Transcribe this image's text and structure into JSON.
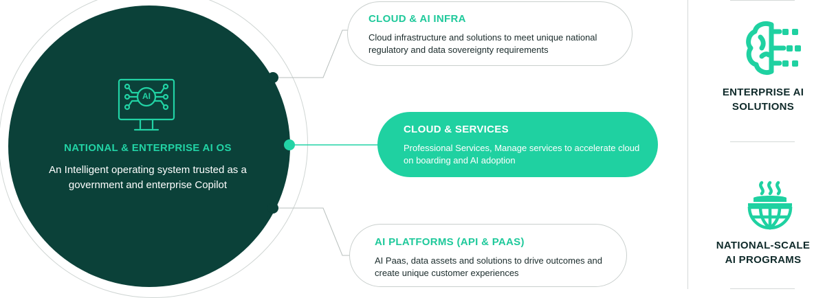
{
  "center": {
    "title": "NATIONAL & ENTERPRISE AI OS",
    "description": "An Intelligent operating system trusted as a government and enterprise Copilot",
    "icon_text": "AI",
    "icon": "ai-monitor-icon"
  },
  "pillars": [
    {
      "title": "CLOUD & AI INFRA",
      "description": "Cloud infrastructure  and solutions to meet unique national regulatory and data sovereignty requirements"
    },
    {
      "title": "CLOUD & SERVICES",
      "description": "Professional Services, Manage services to accelerate cloud on boarding and AI adoption"
    },
    {
      "title": "AI PLATFORMS (API & PAAS)",
      "description": "AI Paas, data assets and solutions to drive outcomes and create unique customer experiences"
    }
  ],
  "side": [
    {
      "label": "ENTERPRISE AI SOLUTIONS",
      "icon": "brain-circuit-icon"
    },
    {
      "label": "NATIONAL-SCALE AI PROGRAMS",
      "icon": "globe-heat-icon"
    }
  ],
  "colors": {
    "dark": "#0b4139",
    "accent": "#1fd1a1",
    "text_dark": "#0f2a2a"
  }
}
